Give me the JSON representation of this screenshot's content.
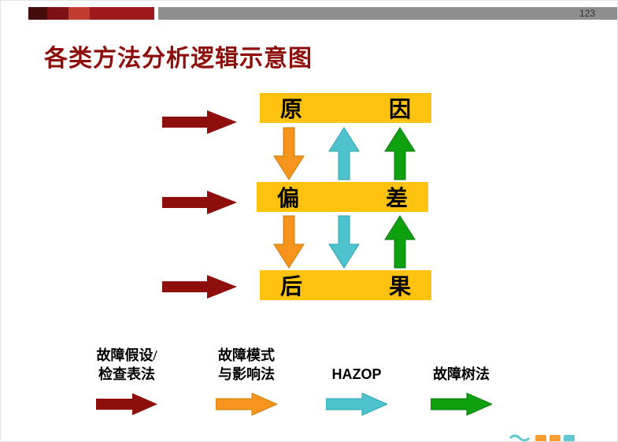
{
  "page": {
    "number": "123",
    "title": "各类方法分析逻辑示意图"
  },
  "colors": {
    "dark_red": "#8E0E0B",
    "orange": "#F7941D",
    "cyan": "#4EC3CE",
    "green": "#0FA00F",
    "yellow": "#FFC20E",
    "bar_gray": "#8F8F8F",
    "bar_seg1": "#430D0D",
    "bar_seg2": "#7C1012",
    "bar_seg3": "#C13B2E",
    "bar_seg4": "#9C1A1C"
  },
  "diagram": {
    "rows": [
      {
        "left": "原",
        "right": "因"
      },
      {
        "left": "偏",
        "right": "差"
      },
      {
        "left": "后",
        "right": "果"
      }
    ]
  },
  "legend": {
    "items": [
      {
        "line1": "故障假设/",
        "line2": "检查表法"
      },
      {
        "line1": "故障模式",
        "line2": "与影响法"
      },
      {
        "line1": "HAZOP"
      },
      {
        "line1": "故障树法"
      }
    ]
  }
}
